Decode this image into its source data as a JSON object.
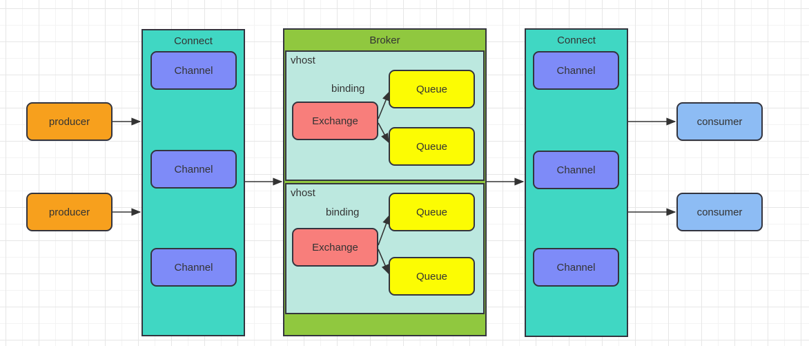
{
  "colors": {
    "canvas-bg": "#ffffff",
    "grid-major": "#e6e6e6",
    "grid-minor": "#f3f3f3",
    "stroke": "#33343e",
    "text": "#333333",
    "arrow": "#333333",
    "producer-fill": "#f7a01d",
    "consumer-fill": "#8dbcf4",
    "connect-fill": "#40d7c3",
    "channel-fill": "#7e8bf8",
    "broker-fill": "#90c83f",
    "vhost-fill": "#bce8df",
    "exchange-fill": "#f87e7b",
    "queue-fill": "#fcfc03"
  },
  "producers": [
    {
      "label": "producer"
    },
    {
      "label": "producer"
    }
  ],
  "consumers": [
    {
      "label": "consumer"
    },
    {
      "label": "consumer"
    }
  ],
  "connect_left": {
    "title": "Connect",
    "channels": [
      {
        "label": "Channel"
      },
      {
        "label": "Channel"
      },
      {
        "label": "Channel"
      }
    ]
  },
  "connect_right": {
    "title": "Connect",
    "channels": [
      {
        "label": "Channel"
      },
      {
        "label": "Channel"
      },
      {
        "label": "Channel"
      }
    ]
  },
  "broker": {
    "title": "Broker",
    "vhosts": [
      {
        "label": "vhost",
        "binding_label": "binding",
        "exchange_label": "Exchange",
        "queues": [
          {
            "label": "Queue"
          },
          {
            "label": "Queue"
          }
        ]
      },
      {
        "label": "vhost",
        "binding_label": "binding",
        "exchange_label": "Exchange",
        "queues": [
          {
            "label": "Queue"
          },
          {
            "label": "Queue"
          }
        ]
      }
    ]
  }
}
